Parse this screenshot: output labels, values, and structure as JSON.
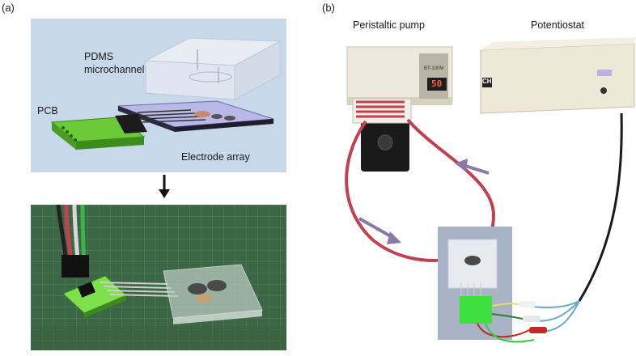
{
  "panel_a": {
    "label": "(a)",
    "pdms_label_line1": "PDMS",
    "pdms_label_line2": "microchannel",
    "pcb_label": "PCB",
    "electrode_label": "Electrode array",
    "arrow_icon": "down-arrow-icon"
  },
  "panel_b": {
    "label": "(b)",
    "pump_label": "Peristaltic pump",
    "potentiostat_label": "Potentiostat",
    "pump_display": "50",
    "pump_small_text": "BT-100M",
    "potentiostat_brand": "CH"
  },
  "colors": {
    "schematic_bg": "#c7d8ea",
    "pcb_green": "#5cbf2a",
    "tube_red": "#c2404f",
    "arrow_purple": "#8a78a8",
    "cutting_mat": "#3f6b4a"
  }
}
